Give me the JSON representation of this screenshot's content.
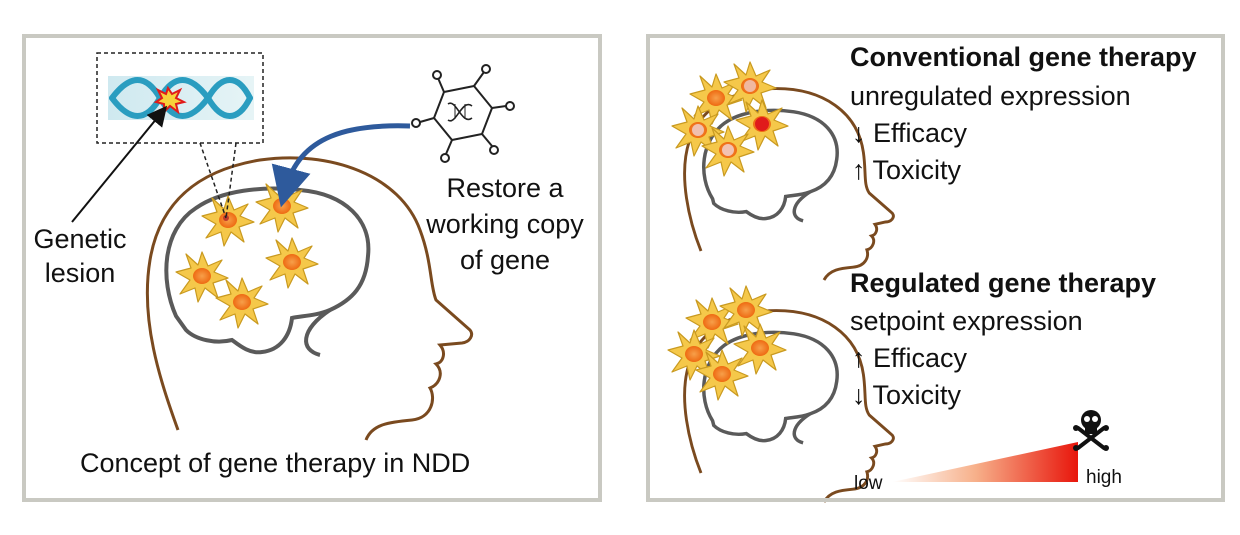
{
  "left": {
    "genetic_lesion_label": [
      "Genetic",
      "lesion"
    ],
    "restore_label": [
      "Restore a",
      "working copy",
      "of gene"
    ],
    "caption": "Concept of gene therapy in NDD"
  },
  "right": {
    "conventional": {
      "title": "Conventional gene therapy",
      "subtitle": "unregulated expression",
      "efficacy": "↓ Efficacy",
      "toxicity": "↑ Toxicity"
    },
    "regulated": {
      "title": "Regulated gene therapy",
      "subtitle": "setpoint expression",
      "efficacy": "↑ Efficacy",
      "toxicity": "↓ Toxicity"
    },
    "scale": {
      "low_label": "low",
      "high_label": "high"
    }
  },
  "colors": {
    "head_outline": "#7a4a1f",
    "brain_outline": "#5a5a5a",
    "neuron_body": "#f5c84a",
    "neuron_nucleus": "#f07a1e",
    "arrow_blue": "#2e5a9c",
    "dna": "#2a9dc0",
    "panel_border": "#c9c9c2",
    "gradient_high": "#e8160c"
  },
  "icons": [
    "dna-helix-icon",
    "lesion-burst-icon",
    "viral-vector-icon",
    "skull-crossbones-icon"
  ]
}
